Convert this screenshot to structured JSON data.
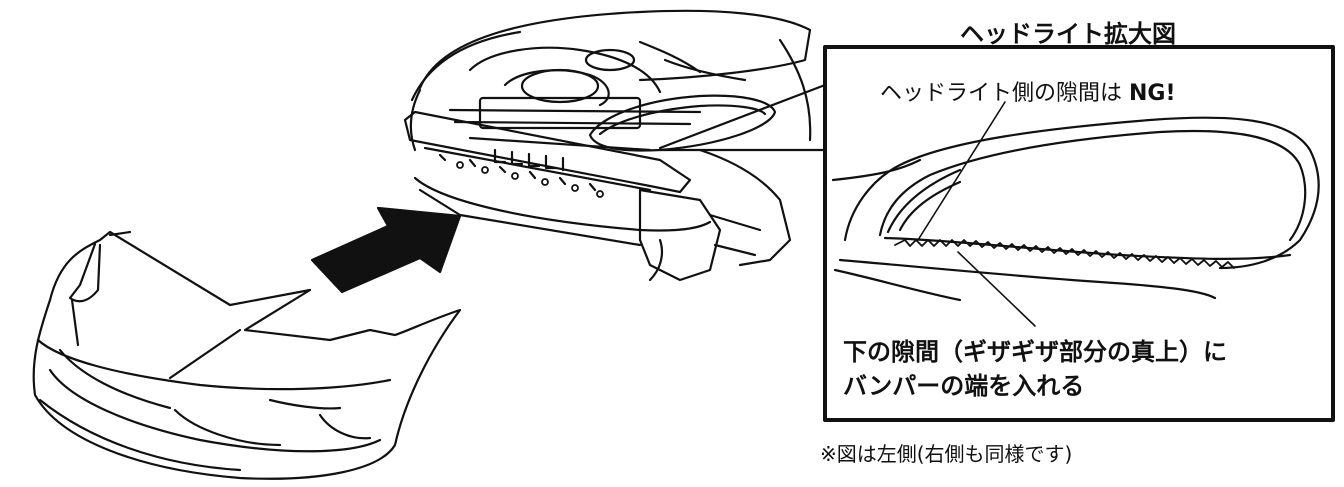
{
  "zoom_title": "ヘッドライト拡大図",
  "callout_ng_prefix": "ヘッドライト側の隙間は ",
  "callout_ng_emph": "NG!",
  "instruction_line1": "下の隙間（ギザギザ部分の真上）に",
  "instruction_line2": "バンパーの端を入れる",
  "footnote": "※図は左側(右側も同様です)",
  "colors": {
    "line": "#111111",
    "background": "#ffffff"
  }
}
